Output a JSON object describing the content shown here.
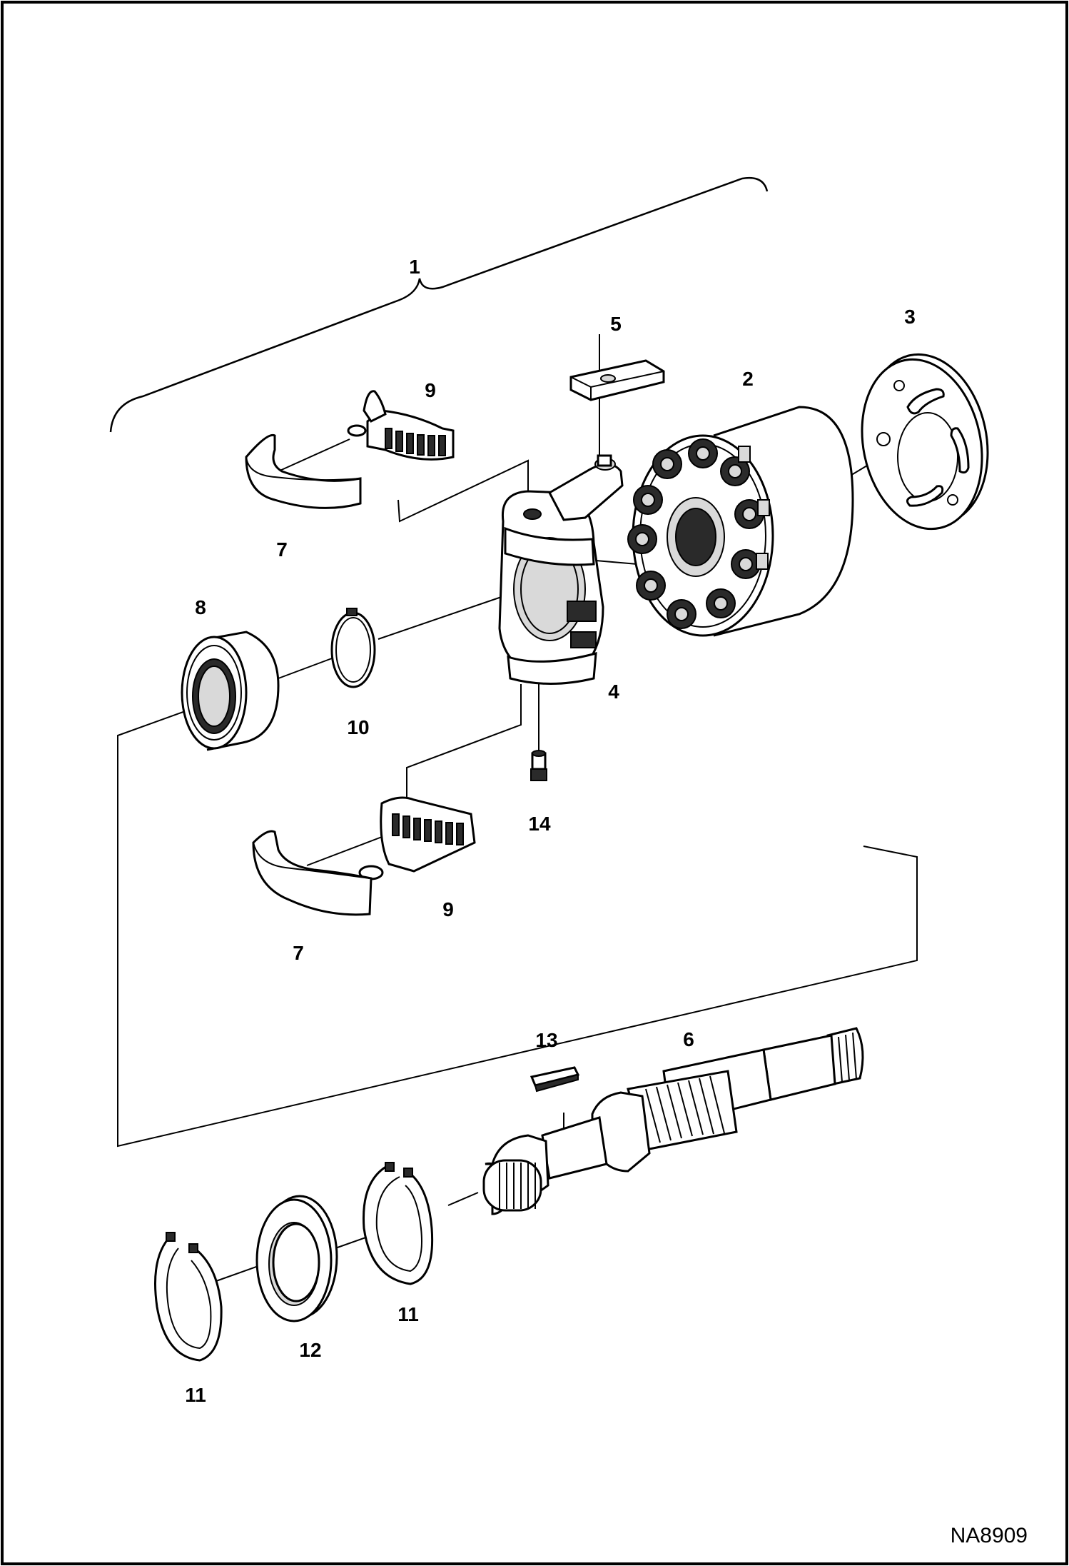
{
  "drawing_code": "NA8909",
  "callouts": {
    "c1": "1",
    "c2": "2",
    "c3": "3",
    "c4": "4",
    "c5": "5",
    "c6": "6",
    "c7a": "7",
    "c7b": "7",
    "c8": "8",
    "c9a": "9",
    "c9b": "9",
    "c10": "10",
    "c11a": "11",
    "c11b": "11",
    "c12": "12",
    "c13": "13",
    "c14": "14"
  }
}
